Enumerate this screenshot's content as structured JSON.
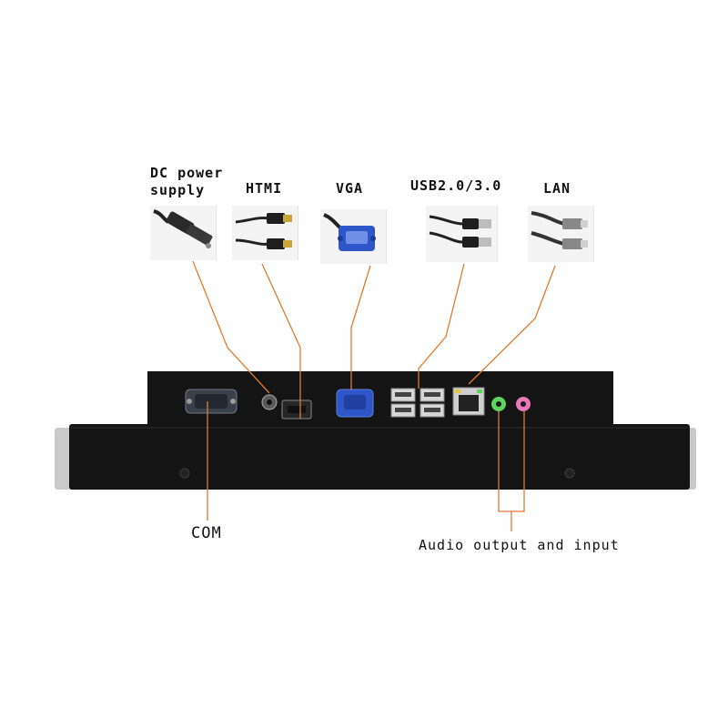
{
  "labels": {
    "dc_power_line1": "DC power",
    "dc_power_line2": "supply",
    "hdmi": "HTMI",
    "vga": "VGA",
    "usb": "USB2.0/3.0",
    "lan": "LAN",
    "com": "COM",
    "audio": "Audio output and input"
  },
  "colors": {
    "leader_line": "#e07a2e",
    "device_body": "#141414",
    "vga_connector": "#2f56c8",
    "audio_green": "#5fd35f",
    "audio_pink": "#e878b8",
    "lan_led": "#e8c53a"
  }
}
